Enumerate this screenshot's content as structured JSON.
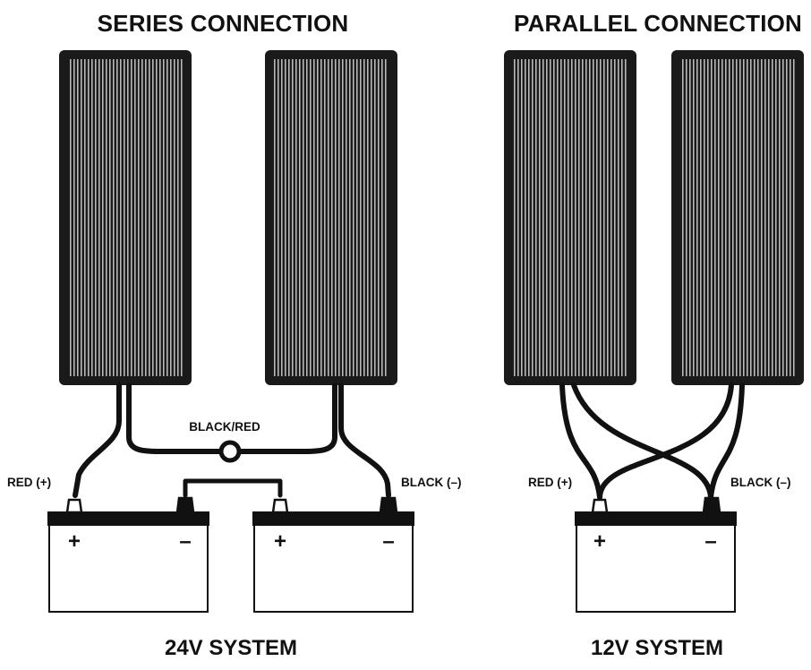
{
  "diagram": {
    "series": {
      "title": "SERIES CONNECTION",
      "system_label": "24V SYSTEM",
      "left_wire_label": "RED (+)",
      "middle_wire_label": "BLACK/RED",
      "right_wire_label": "BLACK (–)",
      "plus_sign": "+",
      "minus_sign": "–"
    },
    "parallel": {
      "title": "PARALLEL CONNECTION",
      "system_label": "12V SYSTEM",
      "left_wire_label": "RED (+)",
      "right_wire_label": "BLACK (–)",
      "plus_sign": "+",
      "minus_sign": "–"
    }
  },
  "colors": {
    "panel": "#1a1a1a",
    "wire": "#111111",
    "background": "#ffffff"
  }
}
